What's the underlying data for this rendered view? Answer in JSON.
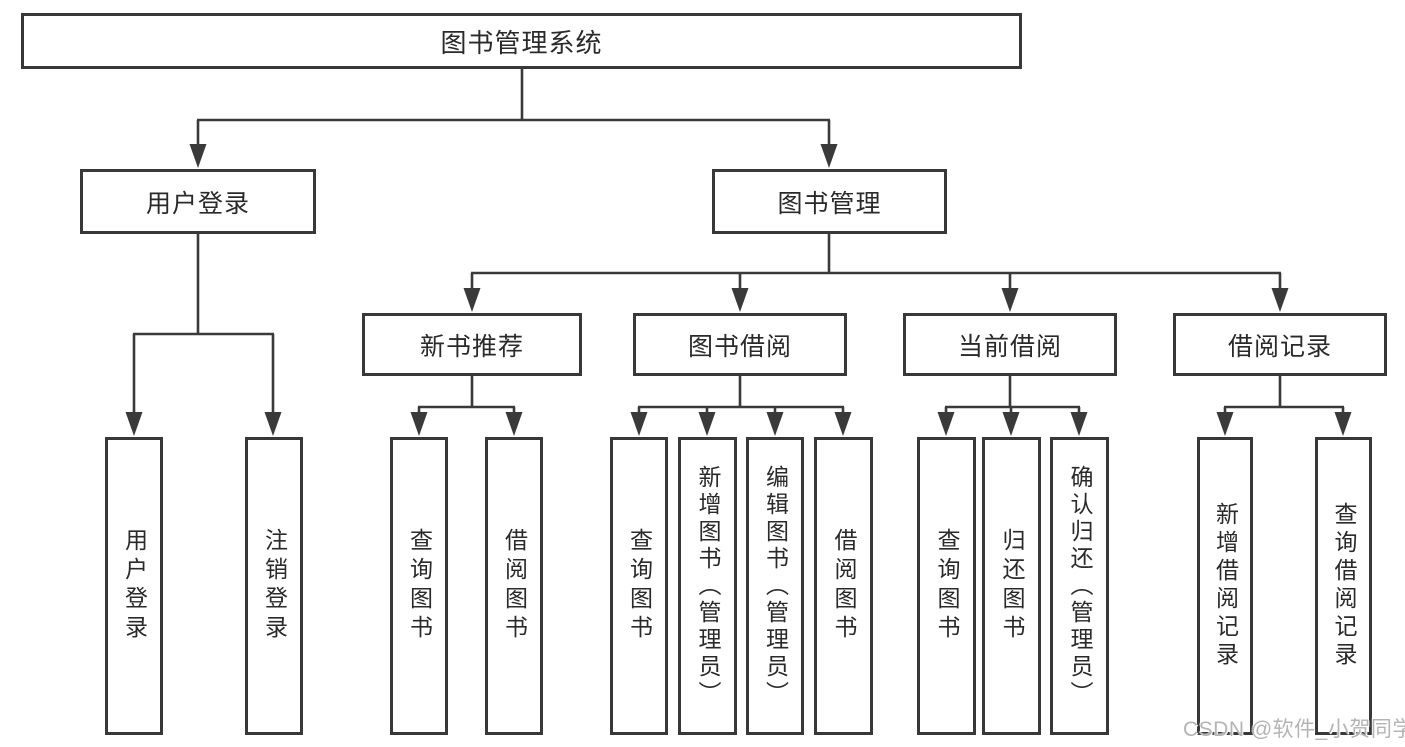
{
  "diagram_title": "图书管理系统",
  "tree": {
    "label": "图书管理系统",
    "children": [
      {
        "label": "用户登录",
        "children": [
          {
            "label": "用户登录"
          },
          {
            "label": "注销登录"
          }
        ]
      },
      {
        "label": "图书管理",
        "children": [
          {
            "label": "新书推荐",
            "children": [
              {
                "label": "查询图书"
              },
              {
                "label": "借阅图书"
              }
            ]
          },
          {
            "label": "图书借阅",
            "children": [
              {
                "label": "查询图书"
              },
              {
                "label": "新增图书（管理员）"
              },
              {
                "label": "编辑图书（管理员）"
              },
              {
                "label": "借阅图书"
              }
            ]
          },
          {
            "label": "当前借阅",
            "children": [
              {
                "label": "查询图书"
              },
              {
                "label": "归还图书"
              },
              {
                "label": "确认归还（管理员）"
              }
            ]
          },
          {
            "label": "借阅记录",
            "children": [
              {
                "label": "新增借阅记录"
              },
              {
                "label": "查询借阅记录"
              }
            ]
          }
        ]
      }
    ]
  },
  "watermark": "CSDN @软件_小贺同学",
  "colors": {
    "box_border": "#383838",
    "connector_line": "#3a3a3a",
    "text": "#2a2a2a",
    "watermark_text": "#b4b4b4",
    "background": "#ffffff"
  }
}
